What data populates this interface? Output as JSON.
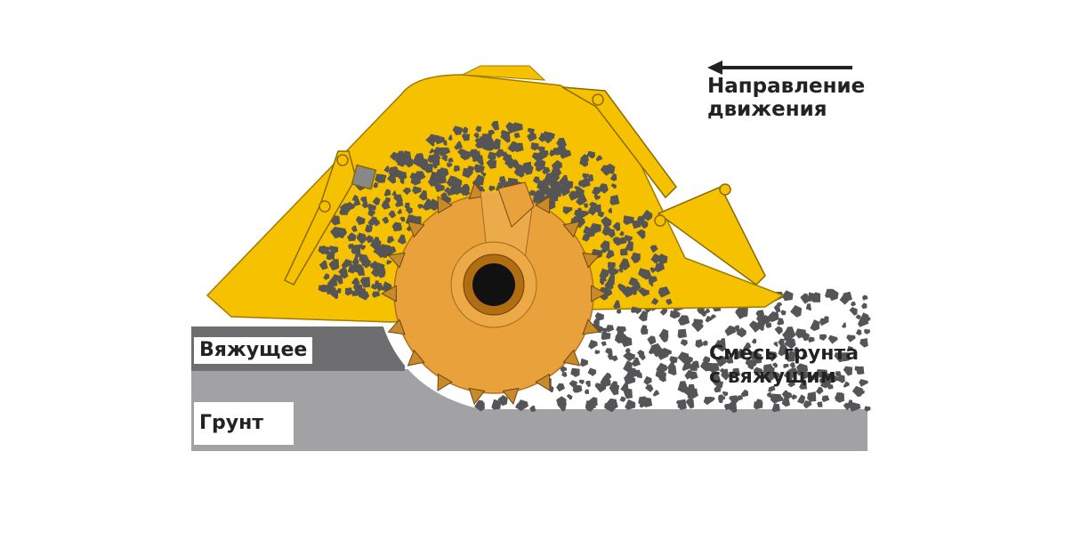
{
  "labels": {
    "direction": [
      "Направление",
      "движения"
    ],
    "binder": "Вяжущее",
    "soil": "Грунт",
    "mixture": [
      "Смесь грунта",
      "с вяжущим"
    ]
  },
  "colors": {
    "hood": "#f6c200",
    "hood_outline": "#a07a00",
    "drum": "#e9a23b",
    "binder_layer": "#6e6e70",
    "soil_layer": "#a2a2a4",
    "gravel": "#555558"
  }
}
